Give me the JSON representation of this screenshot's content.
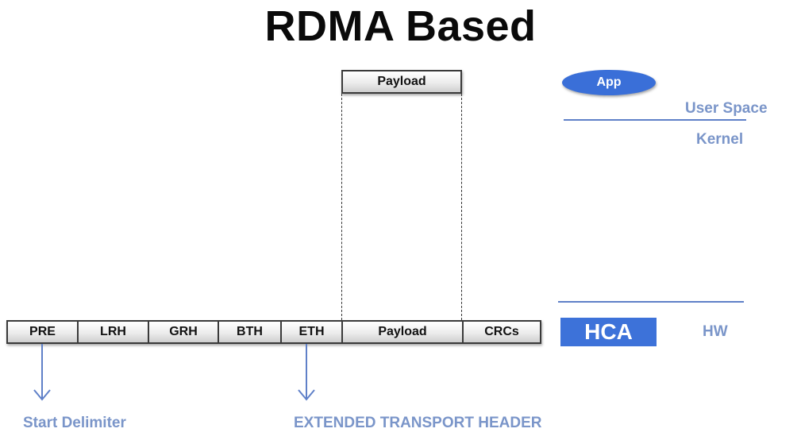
{
  "title": "RDMA Based",
  "payload_top": "Payload",
  "packet_fields": [
    "PRE",
    "LRH",
    "GRH",
    "BTH",
    "ETH",
    "Payload",
    "CRCs"
  ],
  "app_label": "App",
  "user_space_label": "User Space",
  "kernel_label": "Kernel",
  "hca_label": "HCA",
  "hw_label": "HW",
  "start_delimiter_label": "Start Delimiter",
  "ext_transport_label": "EXTENDED TRANSPORT HEADER",
  "colors": {
    "accent_blue": "#3d72d9",
    "label_blue": "#7a95c9",
    "line_blue": "#5f80c8"
  }
}
